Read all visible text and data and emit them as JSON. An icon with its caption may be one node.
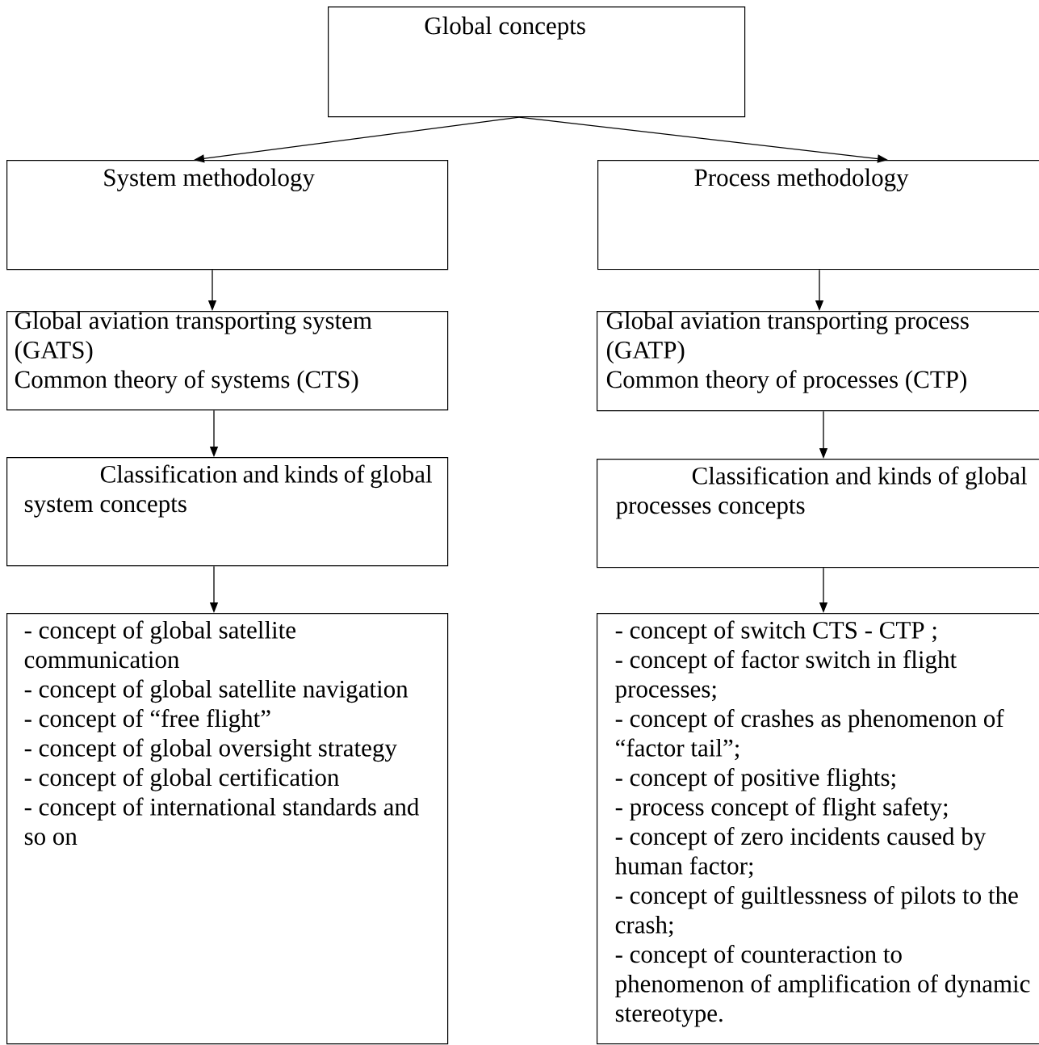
{
  "diagram": {
    "nodes": [
      {
        "text": [
          "Global concepts"
        ]
      },
      {
        "text": [
          "System methodology"
        ]
      },
      {
        "text": [
          "Process methodology"
        ]
      },
      {
        "text": [
          "Global aviation transporting system (GATS)",
          "Common theory of systems (CTS)"
        ]
      },
      {
        "text": [
          "Global aviation transporting process (GATP)",
          "Common theory of processes (CTP)"
        ]
      },
      {
        "text": [
          "Classification and kinds of global system concepts"
        ]
      },
      {
        "text": [
          "Classification and kinds of global processes concepts"
        ]
      },
      {
        "text": [
          "- concept of global satellite communication",
          "- concept of global satellite navigation",
          "- concept of “free flight”",
          "- concept of global oversight strategy",
          "- concept of global certification",
          "- concept of international standards and so on"
        ]
      },
      {
        "text": [
          "- concept of switch CTS - CTP  ;",
          "- concept of factor switch in flight processes;",
          "- concept of crashes as phenomenon of “factor tail”;",
          "- concept of positive flights;",
          "- process concept of flight safety;",
          "- concept of zero incidents caused by human factor;",
          "- concept of guiltlessness of pilots to the crash;",
          "- concept of counteraction to phenomenon of amplification of dynamic stereotype."
        ]
      }
    ],
    "edges": [
      {
        "from": 0,
        "to": 1,
        "arrow": "to"
      },
      {
        "from": 0,
        "to": 2,
        "arrow": "to"
      },
      {
        "from": 1,
        "to": 3,
        "arrow": "to"
      },
      {
        "from": 2,
        "to": 4,
        "arrow": "to"
      },
      {
        "from": 3,
        "to": 5,
        "arrow": "to"
      },
      {
        "from": 4,
        "to": 6,
        "arrow": "to"
      },
      {
        "from": 5,
        "to": 7,
        "arrow": "to"
      },
      {
        "from": 6,
        "to": 8,
        "arrow": "to"
      }
    ]
  }
}
